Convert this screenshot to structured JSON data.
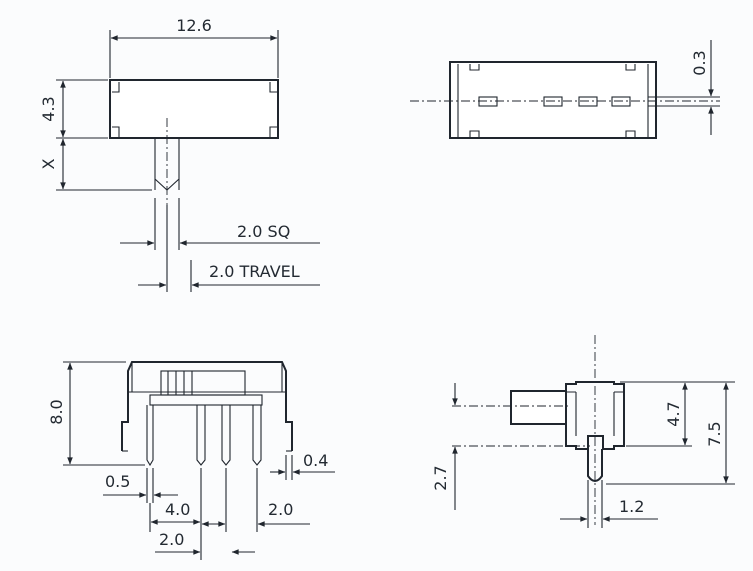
{
  "views": {
    "top": {
      "width": "12.6",
      "height": "4.3",
      "actuator_length": "X",
      "actuator_size": "2.0 SQ",
      "travel": "2.0 TRAVEL"
    },
    "end": {
      "offset": "0.3"
    },
    "front": {
      "height": "8.0",
      "pin_width": "0.5",
      "pin_thickness": "0.4",
      "pitch_a": "4.0",
      "pitch_b": "2.0",
      "pitch_c": "2.0"
    },
    "side": {
      "pin_offset": "2.7",
      "pin_dia": "1.2",
      "body_height": "4.7",
      "overall_height": "7.5"
    }
  }
}
